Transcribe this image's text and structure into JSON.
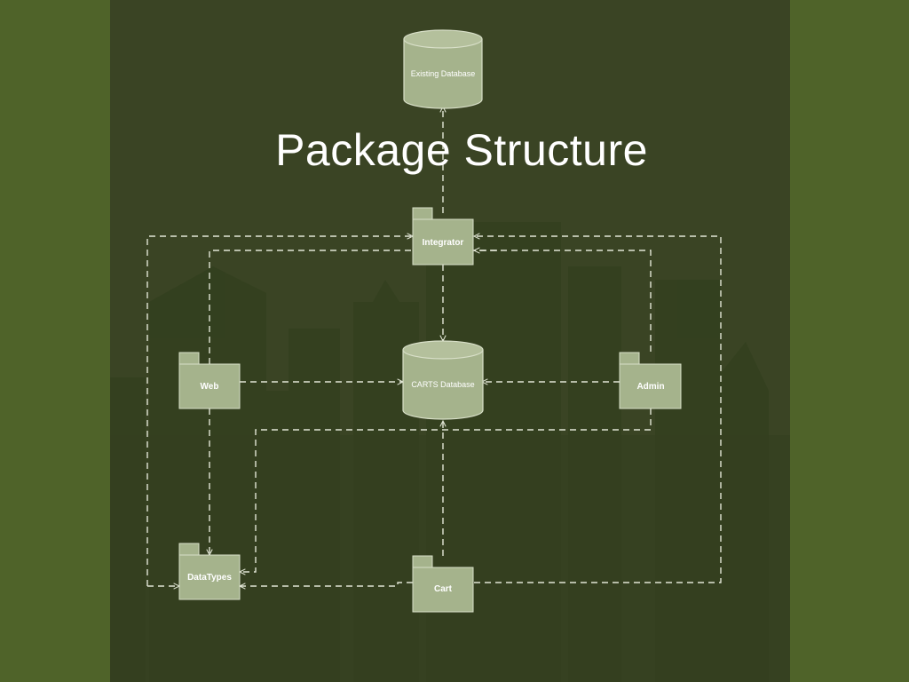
{
  "title": "Package Structure",
  "colors": {
    "slide_bg": "#3a4424",
    "side_bg": "#4f6329",
    "box_fill": "#a5b38c",
    "box_stroke": "#d8dfc8",
    "dash": "#e2e6d6"
  },
  "packages": {
    "integrator": "Integrator",
    "web": "Web",
    "admin": "Admin",
    "datatypes": "DataTypes",
    "cart": "Cart"
  },
  "databases": {
    "existing": "Existing Database",
    "carts": "CARTS Database"
  }
}
